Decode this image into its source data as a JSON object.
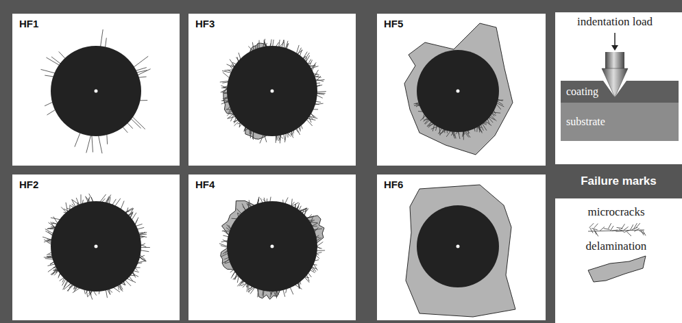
{
  "diagram": {
    "nodes": [
      {
        "text": [
          "coating"
        ]
      },
      {
        "text": [
          "substrate"
        ]
      },
      {
        "text": [
          "Failure marks"
        ]
      }
    ],
    "labels": [
      "HF1",
      "HF3",
      "HF5",
      "indentation load",
      "HF2",
      "HF4",
      "HF6",
      "microcracks",
      "delamination"
    ]
  }
}
